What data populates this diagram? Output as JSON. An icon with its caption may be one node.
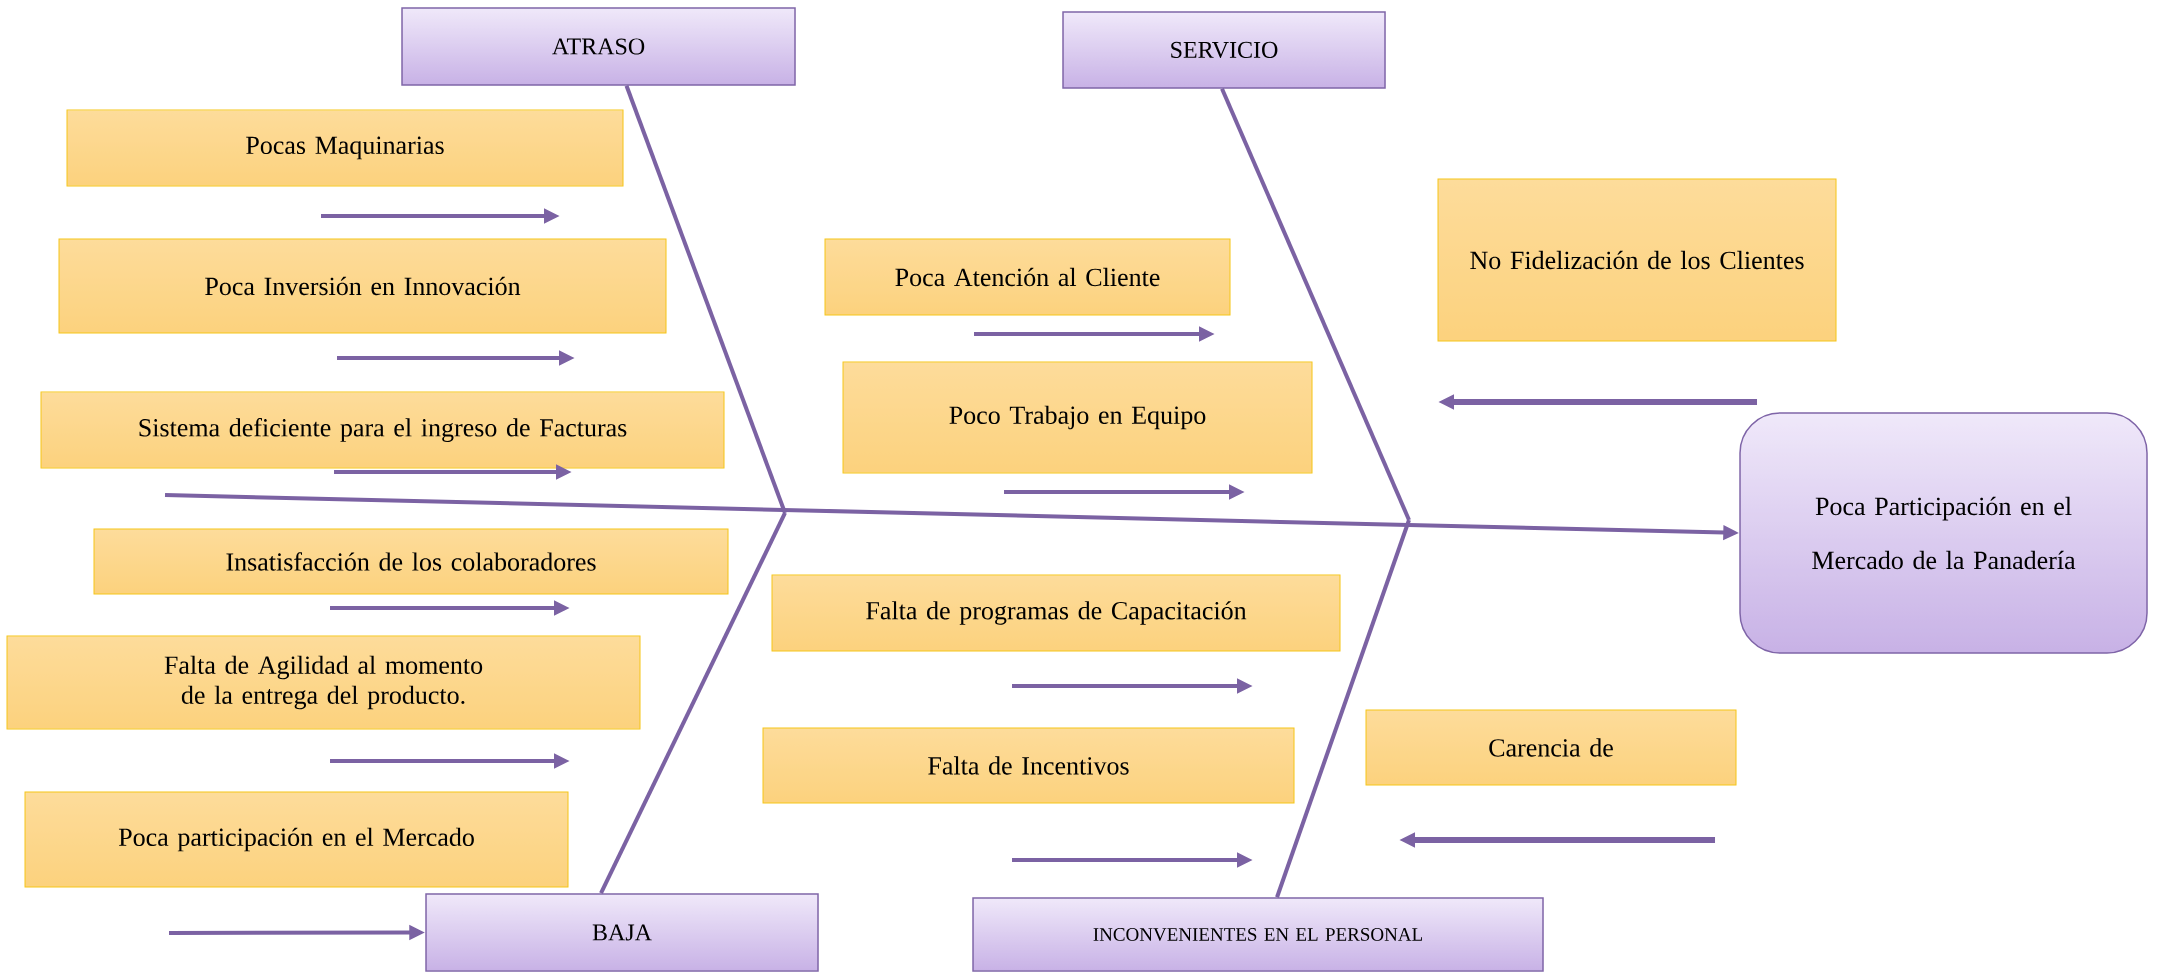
{
  "diagram": {
    "nodes": [
      {
        "text": [
          "ATRASO"
        ]
      },
      {
        "text": [
          "SERVICIO"
        ]
      },
      {
        "text": [
          "BAJA"
        ]
      },
      {
        "text": [
          "INCONVENIENTES EN EL PERSONAL"
        ]
      },
      {
        "text": [
          "Poca Participación en el Mercado de la Panadería"
        ]
      },
      {
        "text": [
          "Pocas Maquinarias"
        ]
      },
      {
        "text": [
          "Poca Inversión en Innovación"
        ]
      },
      {
        "text": [
          "Sistema deficiente para el ingreso de Facturas"
        ]
      },
      {
        "text": [
          "Insatisfacción de los colaboradores"
        ]
      },
      {
        "text": [
          "Falta de Agilidad al momento de la entrega del producto."
        ]
      },
      {
        "text": [
          "Poca participación en el Mercado"
        ]
      },
      {
        "text": [
          "Poca Atención al Cliente"
        ]
      },
      {
        "text": [
          "Poco Trabajo en Equipo"
        ]
      },
      {
        "text": [
          "Falta de programas de Capacitación"
        ]
      },
      {
        "text": [
          "Falta de Incentivos"
        ]
      },
      {
        "text": [
          "No Fidelización de los Clientes"
        ]
      },
      {
        "text": [
          "Carencia de"
        ]
      }
    ],
    "edges": [
      {
        "from": null,
        "to": 4,
        "arrow": "to"
      },
      {
        "from": 0,
        "to": null,
        "arrow": "none"
      },
      {
        "from": 2,
        "to": null,
        "arrow": "none"
      },
      {
        "from": 1,
        "to": null,
        "arrow": "none"
      },
      {
        "from": 3,
        "to": null,
        "arrow": "none"
      },
      {
        "from": null,
        "to": 2,
        "arrow": "to"
      }
    ]
  }
}
